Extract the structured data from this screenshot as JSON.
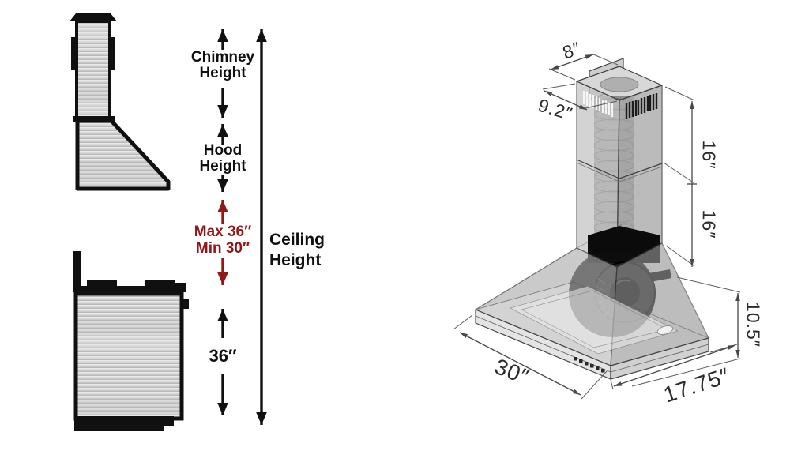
{
  "left": {
    "chimney_height": "Chimney Height",
    "hood_height": "Hood Height",
    "max_gap": "Max 36″",
    "min_gap": "Min 30″",
    "range_to_hood": "36″",
    "ceiling_height": "Ceiling Height",
    "accent_color": "#941717"
  },
  "right": {
    "chimney_width": "8″",
    "chimney_depth": "9.2″",
    "upper_duct_height": "16″",
    "lower_duct_height": "16″",
    "hood_body_height": "10.5″",
    "hood_width": "30″",
    "hood_depth": "17.75″"
  }
}
